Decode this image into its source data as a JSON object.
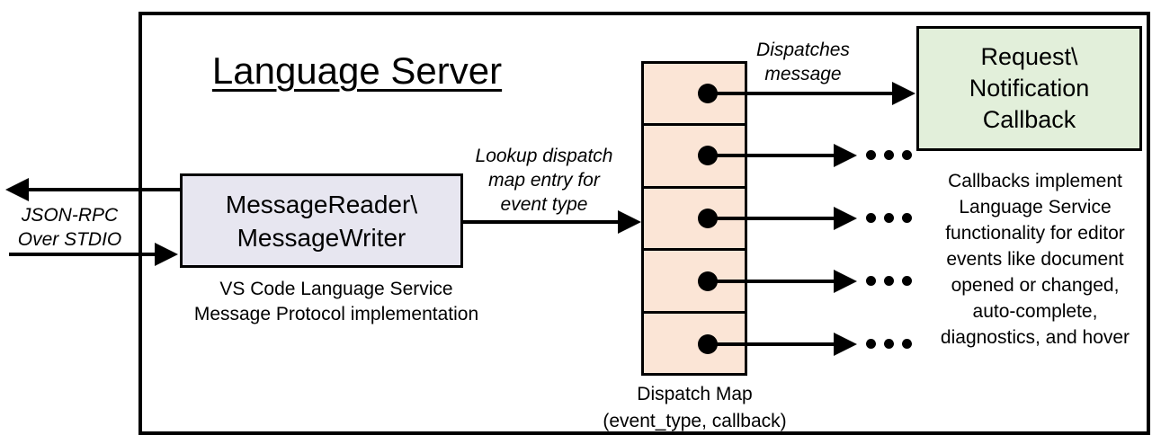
{
  "title": "Language Server",
  "stdio": {
    "label": "JSON-RPC\nOver STDIO"
  },
  "reader": {
    "label": "MessageReader\\\nMessageWriter",
    "caption": "VS Code Language Service\nMessage Protocol implementation"
  },
  "lookup": {
    "label": "Lookup dispatch\nmap entry for\nevent type"
  },
  "dispatch": {
    "label": "Dispatches\nmessage",
    "caption": "Dispatch Map\n(event_type, callback)",
    "cell_count": 5
  },
  "callback": {
    "label": "Request\\\nNotification\nCallback",
    "note": "Callbacks implement\nLanguage Service\nfunctionality for editor\nevents like document\nopened or changed,\nauto-complete,\ndiagnostics, and hover"
  },
  "colors": {
    "outline": "#000000",
    "reader_fill": "#e7e6f0",
    "dispatch_fill": "#fbe5d6",
    "callback_fill": "#e2efda"
  }
}
